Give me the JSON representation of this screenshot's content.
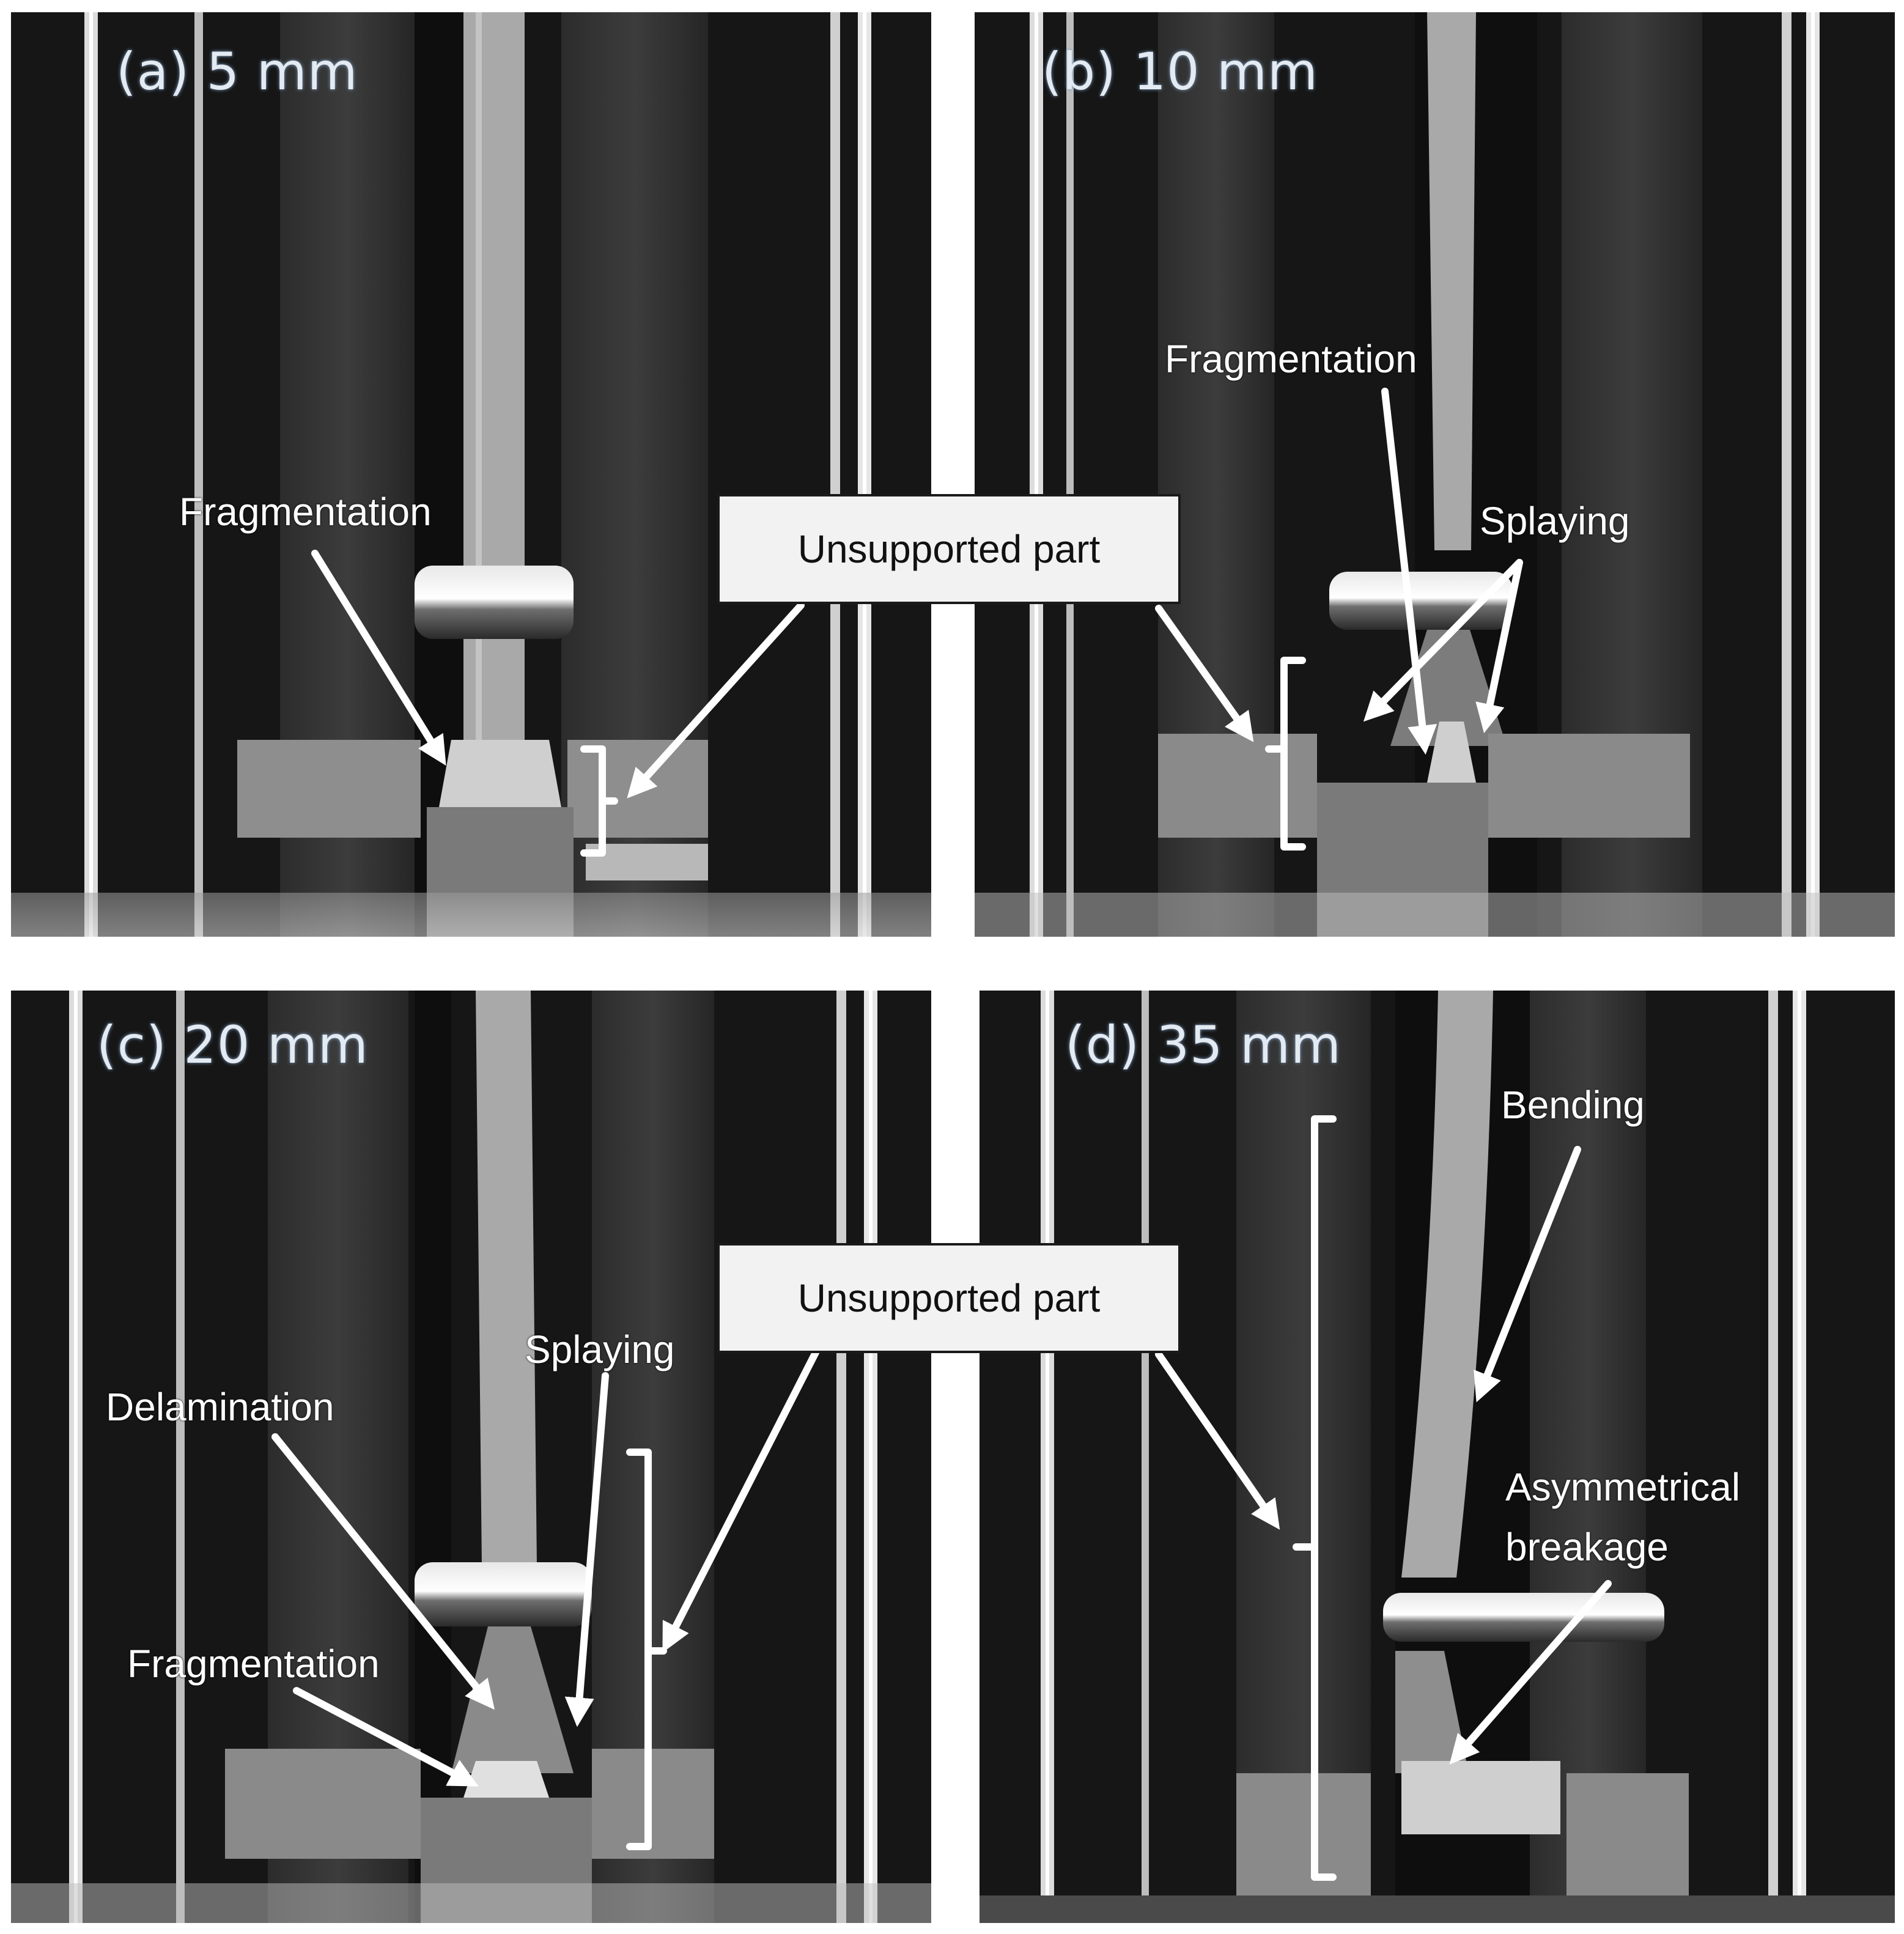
{
  "panels": {
    "a": {
      "label": "(a) 5 mm",
      "annotations": {
        "fragmentation": "Fragmentation"
      }
    },
    "b": {
      "label": "(b) 10 mm",
      "annotations": {
        "fragmentation": "Fragmentation",
        "splaying": "Splaying"
      }
    },
    "c": {
      "label": "(c) 20 mm",
      "annotations": {
        "splaying": "Splaying",
        "delamination": "Delamination",
        "fragmentation": "Fragmentation"
      }
    },
    "d": {
      "label": "(d) 35 mm",
      "annotations": {
        "bending": "Bending",
        "asymmetrical_line1": "Asymmetrical",
        "asymmetrical_line2": "breakage"
      }
    }
  },
  "callouts": {
    "top": "Unsupported part",
    "bottom": "Unsupported part"
  },
  "colors": {
    "annotation": "#ffffff",
    "label_glow": "#7fa3c9",
    "callout_bg": "#f2f2f2"
  }
}
